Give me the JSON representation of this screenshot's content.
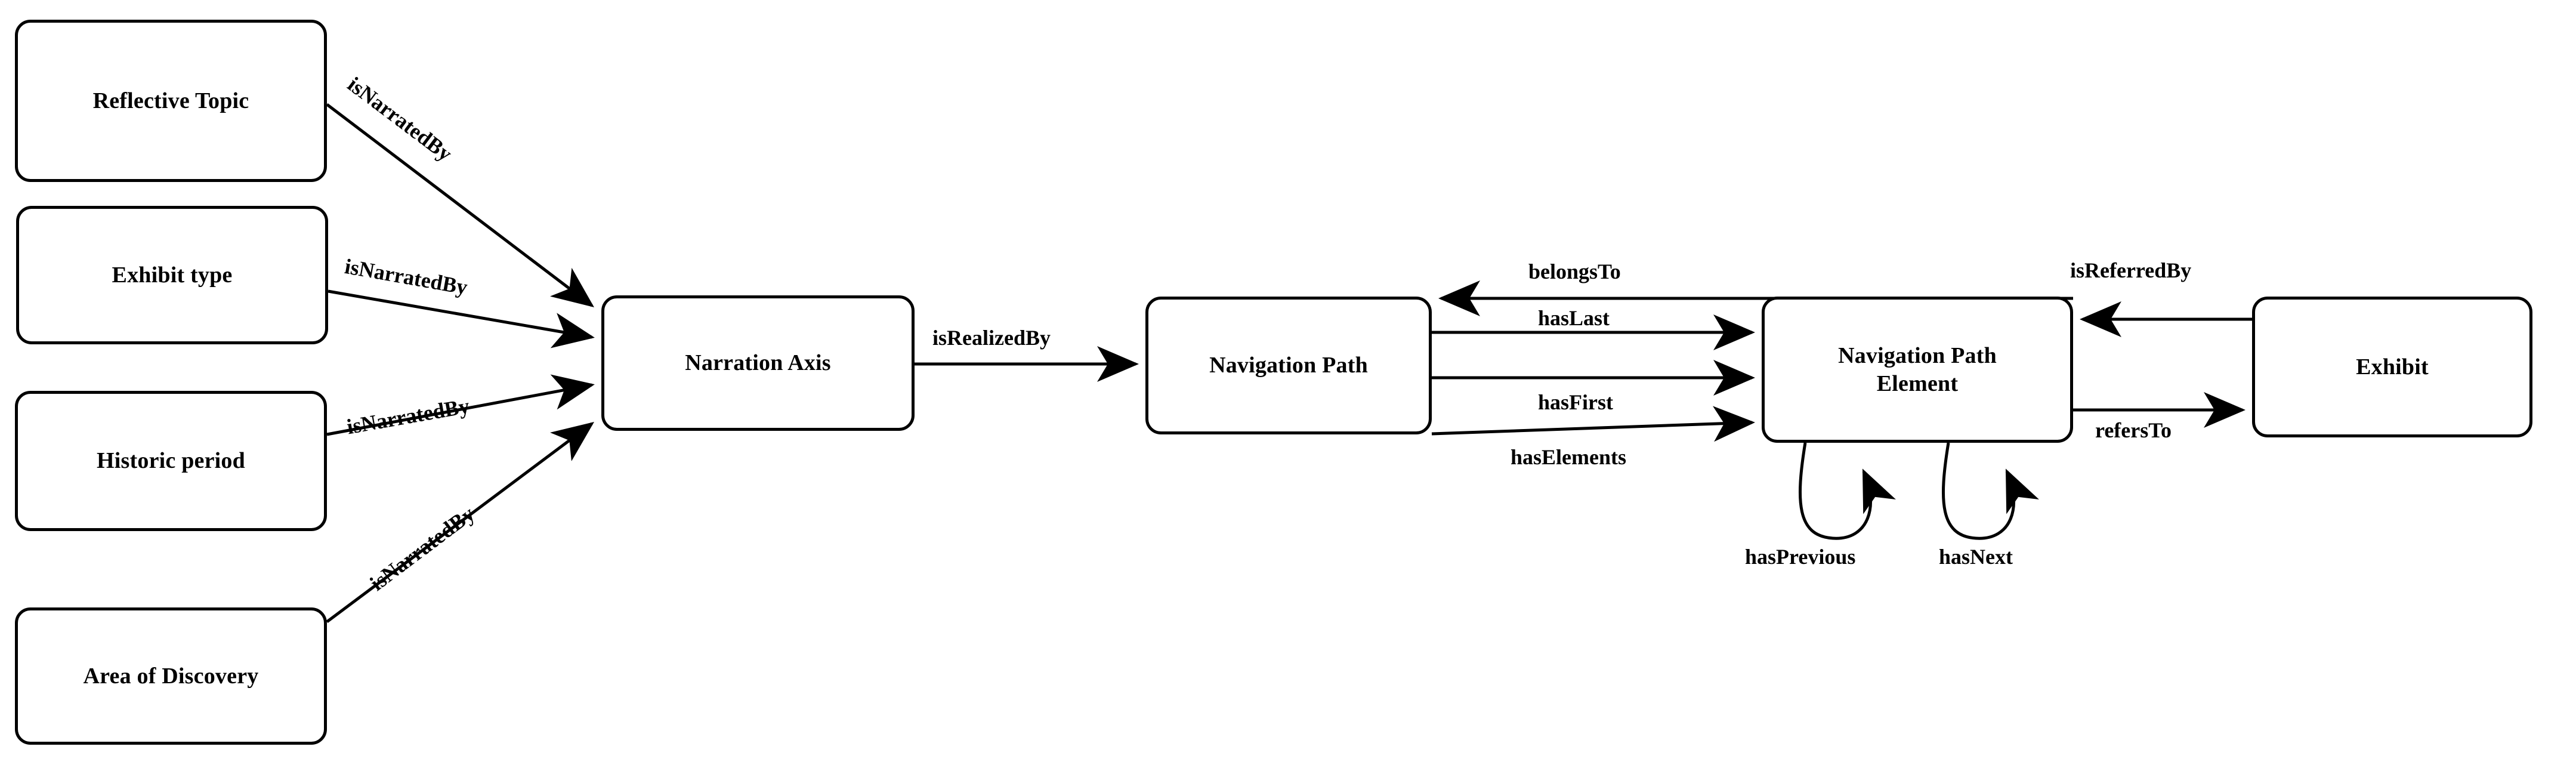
{
  "diagram": {
    "title": "Narration and Navigation Path Ontology Diagram",
    "background_color": "#ffffff",
    "stroke_color": "#000000",
    "nodes": [
      {
        "id": "reflective_topic",
        "label": "Reflective Topic"
      },
      {
        "id": "exhibit_type",
        "label": "Exhibit type"
      },
      {
        "id": "historic_period",
        "label": "Historic period"
      },
      {
        "id": "area_of_discovery",
        "label": "Area of Discovery"
      },
      {
        "id": "narration_axis",
        "label": "Narration Axis"
      },
      {
        "id": "navigation_path",
        "label": "Navigation Path"
      },
      {
        "id": "navigation_path_element",
        "label": "Navigation Path\nElement"
      },
      {
        "id": "exhibit",
        "label": "Exhibit"
      }
    ],
    "edges": [
      {
        "id": "e1",
        "label": "isNarratedBy",
        "from": "reflective_topic",
        "to": "narration_axis"
      },
      {
        "id": "e2",
        "label": "isNarratedBy",
        "from": "exhibit_type",
        "to": "narration_axis"
      },
      {
        "id": "e3",
        "label": "isNarratedBy",
        "from": "historic_period",
        "to": "narration_axis"
      },
      {
        "id": "e4",
        "label": "isNarratedBy",
        "from": "area_of_discovery",
        "to": "narration_axis"
      },
      {
        "id": "e5",
        "label": "isRealizedBy",
        "from": "narration_axis",
        "to": "navigation_path"
      },
      {
        "id": "e6",
        "label": "belongsTo",
        "from": "navigation_path_element",
        "to": "navigation_path"
      },
      {
        "id": "e7",
        "label": "hasLast",
        "from": "navigation_path",
        "to": "navigation_path_element"
      },
      {
        "id": "e8",
        "label": "hasFirst",
        "from": "navigation_path",
        "to": "navigation_path_element"
      },
      {
        "id": "e9",
        "label": "hasElements",
        "from": "navigation_path",
        "to": "navigation_path_element"
      },
      {
        "id": "e10",
        "label": "isReferredBy",
        "from": "exhibit",
        "to": "navigation_path_element"
      },
      {
        "id": "e11",
        "label": "refersTo",
        "from": "navigation_path_element",
        "to": "exhibit"
      },
      {
        "id": "e12",
        "label": "hasPrevious",
        "from": "navigation_path_element",
        "to": "navigation_path_element"
      },
      {
        "id": "e13",
        "label": "hasNext",
        "from": "navigation_path_element",
        "to": "navigation_path_element"
      }
    ]
  }
}
